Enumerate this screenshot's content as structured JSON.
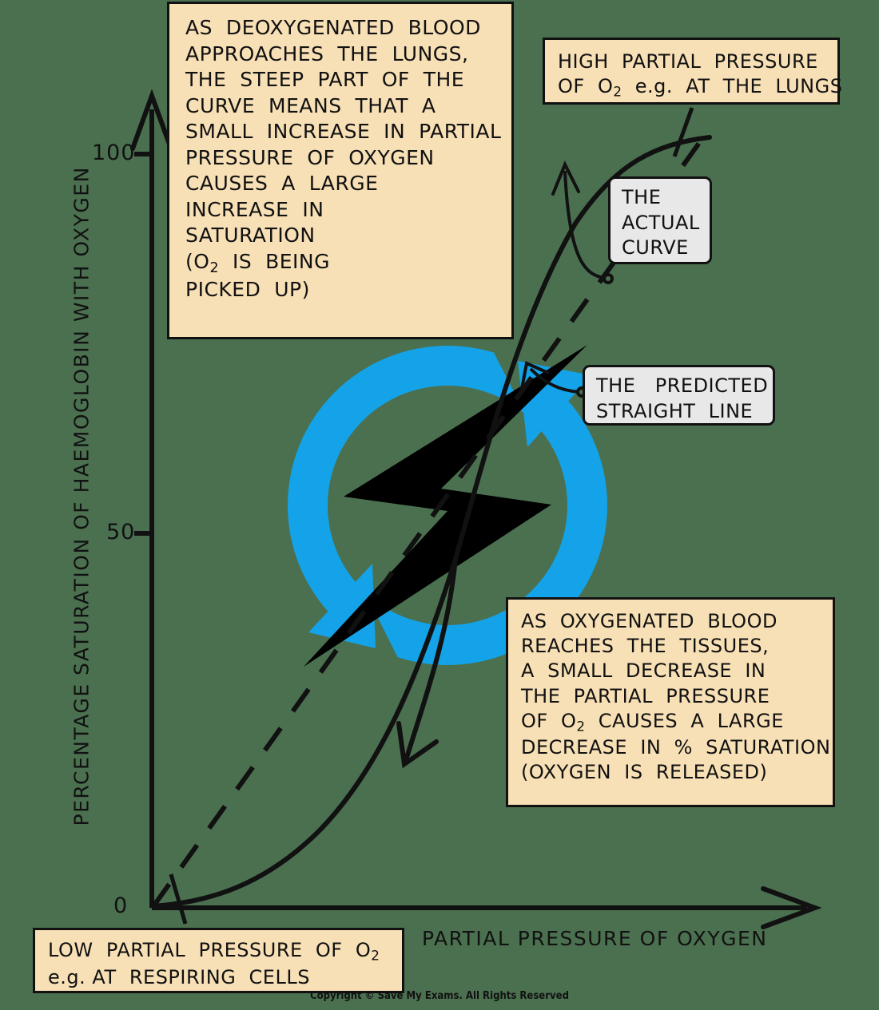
{
  "figure": {
    "background_color": "#4b7050",
    "note_fill": "#f8e0b6",
    "callout_fill": "#e8e8e8",
    "ink_color": "#111111",
    "logo_blue": "#14a3e8"
  },
  "axes": {
    "y_label": "PERCENTAGE  SATURATION  OF  HAEMOGLOBIN  WITH  OXYGEN",
    "x_label": "PARTIAL  PRESSURE  OF  OXYGEN",
    "y_ticks": [
      "100",
      "50",
      "0"
    ]
  },
  "notes": {
    "lungs_approach": [
      "AS  DEOXYGENATED  BLOOD",
      "APPROACHES  THE  LUNGS,",
      "THE  STEEP  PART  OF  THE",
      "CURVE  MEANS  THAT  A",
      "SMALL  INCREASE  IN  PARTIAL",
      "PRESSURE  OF  OXYGEN",
      "CAUSES  A  LARGE",
      "INCREASE  IN",
      "SATURATION"
    ],
    "lungs_approach_tail_prefix": "(O",
    "lungs_approach_tail_sub": "2",
    "lungs_approach_tail_suffix": "  IS  BEING",
    "lungs_approach_last": "PICKED  UP)",
    "high_pp_line1": "HIGH  PARTIAL  PRESSURE",
    "high_pp_line2_a": "OF  O",
    "high_pp_line2_sub": "2",
    "high_pp_line2_b": "  e.g.  AT  THE  LUNGS",
    "tissues_release": [
      "AS  OXYGENATED  BLOOD",
      "REACHES  THE  TISSUES,",
      "A  SMALL  DECREASE  IN",
      "THE  PARTIAL  PRESSURE"
    ],
    "tissues_o2_prefix": "OF  O",
    "tissues_o2_sub": "2",
    "tissues_o2_suffix": "  CAUSES  A  LARGE",
    "tissues_tail": [
      "DECREASE  IN  %  SATURATION",
      "(OXYGEN  IS  RELEASED)"
    ],
    "low_pp_line1_a": "LOW  PARTIAL  PRESSURE  OF  O",
    "low_pp_line1_sub": "2",
    "low_pp_line2": "e.g. AT  RESPIRING  CELLS"
  },
  "callouts": {
    "actual_curve": [
      "THE",
      "ACTUAL",
      "CURVE"
    ],
    "predicted_line": [
      "THE   PREDICTED",
      "STRAIGHT  LINE"
    ]
  },
  "copyright": "Copyright © Save My Exams. All Rights Reserved",
  "chart_data": {
    "type": "line",
    "title": "Oxyhaemoglobin dissociation curve",
    "xlabel": "PARTIAL  PRESSURE  OF  OXYGEN",
    "ylabel": "PERCENTAGE  SATURATION  OF  HAEMOGLOBIN  WITH  OXYGEN",
    "xlim": [
      0,
      100
    ],
    "ylim": [
      0,
      105
    ],
    "ytick_values": [
      0,
      50,
      100
    ],
    "ytick_labels": [
      "0",
      "50",
      "100"
    ],
    "xtick_labels": [],
    "grid": false,
    "legend": "none",
    "series": [
      {
        "name": "THE  ACTUAL  CURVE",
        "style": "solid",
        "note": "sigmoid oxyhaemoglobin dissociation curve",
        "x": [
          0,
          8,
          16,
          24,
          32,
          40,
          48,
          56,
          64,
          72,
          80,
          88,
          96
        ],
        "y": [
          0,
          3,
          8,
          17,
          30,
          45,
          60,
          73,
          83,
          90,
          94,
          97,
          98
        ]
      },
      {
        "name": "THE  PREDICTED  STRAIGHT  LINE",
        "style": "dashed",
        "note": "linear relationship predicted if saturation were proportional to pO2",
        "x": [
          0,
          96
        ],
        "y": [
          0,
          98
        ]
      }
    ],
    "annotations": [
      "AS DEOXYGENATED BLOOD APPROACHES THE LUNGS, THE STEEP PART OF THE CURVE MEANS THAT A SMALL INCREASE IN PARTIAL PRESSURE OF OXYGEN CAUSES A LARGE INCREASE IN SATURATION (O2 IS BEING PICKED UP)",
      "HIGH PARTIAL PRESSURE OF O2 e.g. AT THE LUNGS",
      "AS OXYGENATED BLOOD REACHES THE TISSUES, A SMALL DECREASE IN THE PARTIAL PRESSURE OF O2 CAUSES A LARGE DECREASE IN % SATURATION (OXYGEN IS RELEASED)",
      "LOW PARTIAL PRESSURE OF O2 e.g. AT RESPIRING CELLS"
    ]
  }
}
